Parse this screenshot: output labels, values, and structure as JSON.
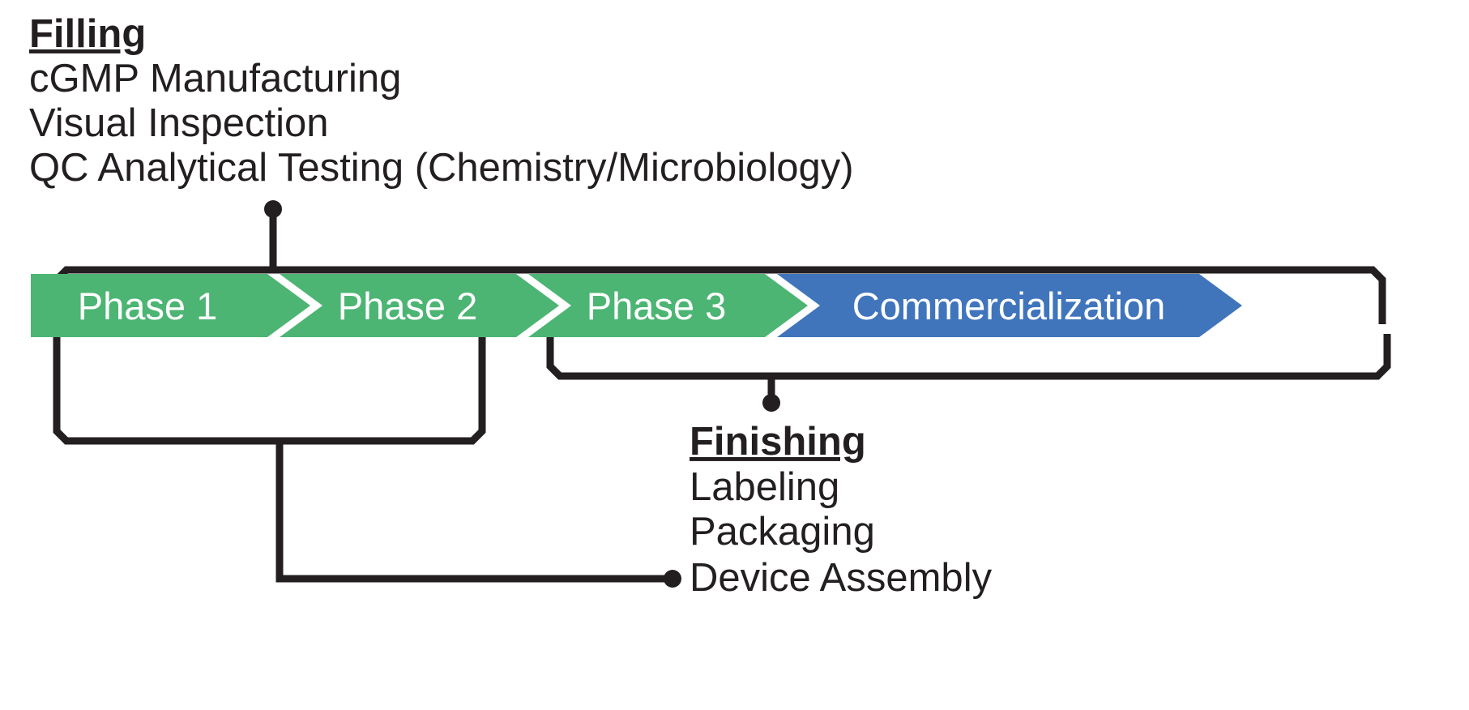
{
  "diagram": {
    "title_implied": "Clinical development phase timeline with filling and finishing callouts",
    "background_color": "#ffffff",
    "line_color": "#231f20"
  },
  "callouts": [
    {
      "id": "filling",
      "heading": "Filling",
      "items": [
        "cGMP Manufacturing",
        "Visual Inspection",
        "QC Analytical Testing (Chemistry/Microbiology)"
      ],
      "position": "top-left",
      "spans": "Phase 1 through Commercialization"
    },
    {
      "id": "finishing",
      "heading": "Finishing",
      "items": [
        "Labeling",
        "Packaging",
        "Device Assembly"
      ],
      "position": "bottom-right",
      "spans": "Phase 3 through Commercialization"
    }
  ],
  "timeline": {
    "chevrons": [
      {
        "label": "Phase 1",
        "color": "#4CB573",
        "text_color": "#ffffff"
      },
      {
        "label": "Phase 2",
        "color": "#4CB573",
        "text_color": "#ffffff"
      },
      {
        "label": "Phase 3",
        "color": "#4CB573",
        "text_color": "#ffffff"
      },
      {
        "label": "Commercialization",
        "color": "#4075BC",
        "text_color": "#ffffff"
      }
    ]
  },
  "connectors": {
    "filling_bracket": "spans Phase 1 to Commercialization, stem up to Filling callout",
    "device_assembly_bracket": "spans Phase 1 to Phase 2, stem down and right to Device Assembly",
    "finishing_bracket": "spans Phase 3 to Commercialization, stem down to Finishing callout"
  },
  "colors": {
    "green": "#4CB573",
    "blue": "#4075BC",
    "ink": "#231f20",
    "white": "#ffffff"
  }
}
